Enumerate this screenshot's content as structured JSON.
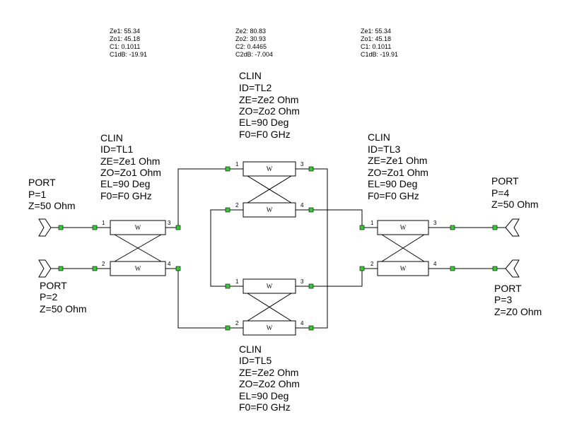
{
  "annotations": {
    "left": [
      "Ze1: 55.34",
      "Zo1: 45.18",
      "C1: 0.1011",
      "C1dB: -19.91"
    ],
    "center": [
      "Ze2: 80.83",
      "Zo2: 30.93",
      "C2: 0.4465",
      "C2dB: -7.004"
    ],
    "right": [
      "Ze1: 55.34",
      "Zo1: 45.18",
      "C1: 0.1011",
      "C1dB: -19.91"
    ]
  },
  "couplers": {
    "TL1": [
      "CLIN",
      "ID=TL1",
      "ZE=Ze1 Ohm",
      "ZO=Zo1 Ohm",
      "EL=90 Deg",
      "F0=F0 GHz"
    ],
    "TL2": [
      "CLIN",
      "ID=TL2",
      "ZE=Ze2 Ohm",
      "ZO=Zo2 Ohm",
      "EL=90 Deg",
      "F0=F0 GHz"
    ],
    "TL3": [
      "CLIN",
      "ID=TL3",
      "ZE=Ze1 Ohm",
      "ZO=Zo1 Ohm",
      "EL=90 Deg",
      "F0=F0 GHz"
    ],
    "TL5": [
      "CLIN",
      "ID=TL5",
      "ZE=Ze2 Ohm",
      "ZO=Zo2 Ohm",
      "EL=90 Deg",
      "F0=F0 GHz"
    ]
  },
  "ports": {
    "P1": [
      "PORT",
      "P=1",
      "Z=50 Ohm"
    ],
    "P2": [
      "PORT",
      "P=2",
      "Z=50 Ohm"
    ],
    "P3": [
      "PORT",
      "P=3",
      "Z=Z0 Ohm"
    ],
    "P4": [
      "PORT",
      "P=4",
      "Z=50 Ohm"
    ]
  },
  "element_symbol": "W",
  "pin_numbers": [
    "1",
    "2",
    "3",
    "4"
  ],
  "colors": {
    "node": "#33cc33",
    "wire": "#000000",
    "background": "#ffffff"
  }
}
